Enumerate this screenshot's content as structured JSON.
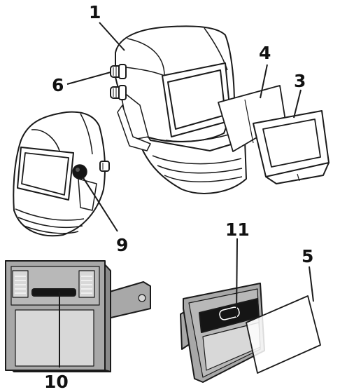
{
  "callouts": {
    "c1": "1",
    "c3": "3",
    "c4": "4",
    "c5": "5",
    "c6": "6",
    "c9": "9",
    "c10": "10",
    "c11": "11"
  },
  "colors": {
    "outline": "#1a1a1a",
    "filter_gray": "#cfcfcf",
    "frame_gray": "#a8a8a8",
    "vent_gray": "#d8d8d8",
    "black_part": "#151515"
  }
}
